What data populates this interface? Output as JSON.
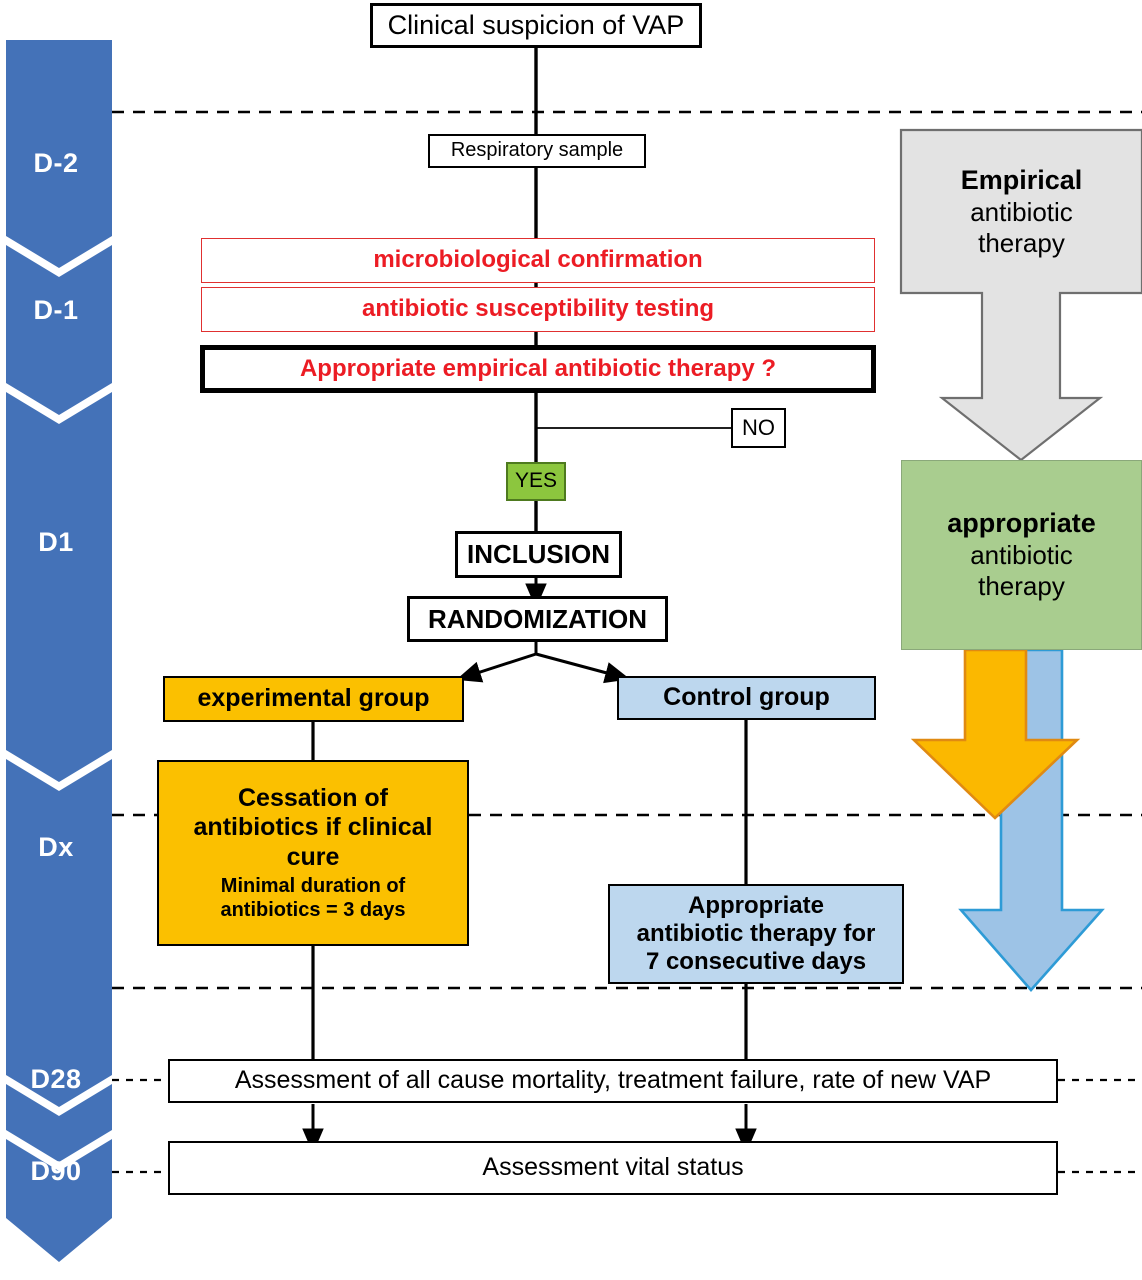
{
  "diagram": {
    "title": "VAP trial flow diagram",
    "colors": {
      "timeline_blue": "#4472b8",
      "red_text": "#ec1c24",
      "green_yes": "#8cc63e",
      "gray_box": "#e3e3e3",
      "green_box": "#a9cd8f",
      "orange_box": "#fbc000",
      "light_blue_box": "#bdd7ee",
      "orange_arrow": "#fbb800",
      "blue_arrow": "#9dc3e6"
    }
  },
  "timeline": {
    "name": "study-timeline",
    "steps": [
      {
        "label": "D-2"
      },
      {
        "label": "D-1"
      },
      {
        "label": "D1"
      },
      {
        "label": "Dx"
      },
      {
        "label": "D28"
      },
      {
        "label": "D90"
      }
    ]
  },
  "nodes": {
    "clinical_suspicion": "Clinical suspicion of VAP",
    "respiratory_sample": "Respiratory sample",
    "microbiological_confirmation": "microbiological confirmation",
    "antibiotic_susceptibility": "antibiotic susceptibility testing",
    "appropriate_question": "Appropriate empirical antibiotic therapy ?",
    "no_label": "NO",
    "yes_label": "YES",
    "inclusion": "INCLUSION",
    "randomization": "RANDOMIZATION",
    "experimental_group": "experimental group",
    "control_group": "Control group",
    "cessation_line1": "Cessation of",
    "cessation_line2": "antibiotics if clinical",
    "cessation_line3": "cure",
    "cessation_sub1": "Minimal duration of",
    "cessation_sub2": "antibiotics = 3 days",
    "control_therapy_line1": "Appropriate",
    "control_therapy_line2": "antibiotic therapy for",
    "control_therapy_line3": "7 consecutive days",
    "assessment_d28": "Assessment of all cause mortality, treatment failure, rate of new VAP",
    "assessment_d90": "Assessment vital status",
    "empirical_bold": "Empirical",
    "empirical_line2": "antibiotic",
    "empirical_line3": "therapy",
    "appropriate_bold": "appropriate",
    "appropriate_line2": "antibiotic",
    "appropriate_line3": "therapy"
  }
}
